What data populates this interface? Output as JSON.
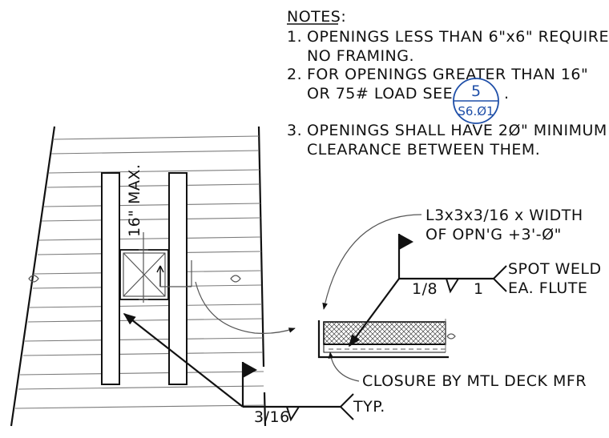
{
  "notes": {
    "heading": "NOTES:",
    "items": [
      {
        "num": "1.",
        "lines": [
          "OPENINGS LESS THAN 6\"x6\" REQUIRE",
          "NO FRAMING."
        ]
      },
      {
        "num": "2.",
        "lines": [
          "FOR OPENINGS GREATER THAN 16\"",
          "OR 75# LOAD SEE"
        ],
        "trail": "."
      },
      {
        "num": "3.",
        "lines": [
          "OPENINGS SHALL HAVE 2Ø\" MINIMUM",
          "CLEARANCE BETWEEN THEM."
        ]
      }
    ]
  },
  "detail_callout": {
    "number": "5",
    "sheet": "S6.Ø1",
    "color": "#1f4fa8"
  },
  "plan": {
    "dimension_label": "16\" MAX."
  },
  "labels": {
    "angle": [
      "L3x3x3/16 x WIDTH",
      "OF OPN'G +3'-Ø\""
    ],
    "weld_size_top": "1/8",
    "weld_length_top": "1",
    "spot_weld": [
      "SPOT WELD",
      "EA. FLUTE"
    ],
    "closure": "CLOSURE BY MTL DECK MFR",
    "weld_size_bottom": "3/16",
    "typ": "TYP."
  }
}
